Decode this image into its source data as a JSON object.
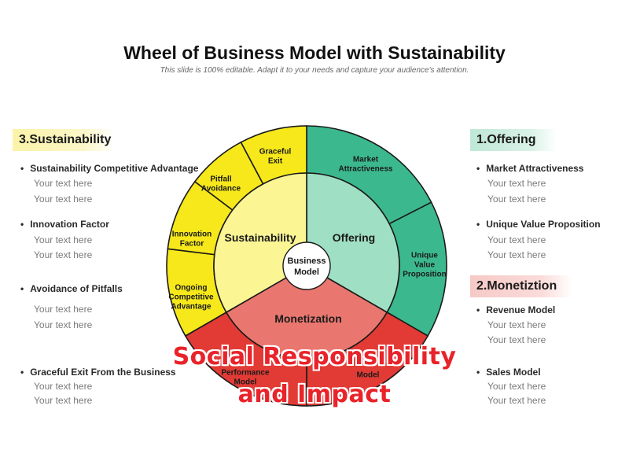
{
  "header": {
    "title": "Wheel of Business Model with Sustainability",
    "subtitle": "This slide is 100% editable. Adapt it to your needs and capture your audience's attention."
  },
  "left_panel": {
    "heading": "3.Sustainability",
    "items": [
      {
        "label": "Sustainability Competitive Advantage",
        "lines": [
          "Your text here",
          "Your text here"
        ]
      },
      {
        "label": "Innovation Factor",
        "lines": [
          "Your text here",
          "Your text here"
        ]
      },
      {
        "label": "Avoidance of Pitfalls",
        "lines": [
          "Your text here",
          "Your text here"
        ]
      },
      {
        "label": "Graceful Exit From the Business",
        "lines": [
          "Your text here",
          "Your text here"
        ]
      }
    ]
  },
  "right_panel": {
    "offering": {
      "heading": "1.Offering",
      "items": [
        {
          "label": "Market Attractiveness",
          "lines": [
            "Your text here",
            "Your text here"
          ]
        },
        {
          "label": "Unique Value Proposition",
          "lines": [
            "Your text here",
            "Your text here"
          ]
        }
      ]
    },
    "monetization": {
      "heading": "2.Monetiztion",
      "items": [
        {
          "label": "Revenue Model",
          "lines": [
            "Your text here",
            "Your text here"
          ]
        },
        {
          "label": "Sales Model",
          "lines": [
            "Your text here",
            "Your text here"
          ]
        }
      ]
    }
  },
  "wheel": {
    "center": [
      "Business",
      "Model"
    ],
    "inner": {
      "sustainability": "Sustainability",
      "offering": "Offering",
      "monetization": "Monetization"
    },
    "outer": {
      "graceful_exit": [
        "Graceful",
        "Exit"
      ],
      "pitfall_avoidance": [
        "Pitfall",
        "Avoidance"
      ],
      "innovation_factor": [
        "Innovation",
        "Factor"
      ],
      "ongoing_advantage": [
        "Ongoing",
        "Competitive",
        "Advantage"
      ],
      "market_attractiveness": [
        "Market",
        "Attractiveness"
      ],
      "unique_value": [
        "Unique",
        "Value",
        "Proposition"
      ],
      "performance_model": [
        "Performance",
        "Model"
      ],
      "sales_model": [
        "Model"
      ]
    },
    "colors": {
      "yellow_outer": "#f6e81a",
      "yellow_inner": "#fbf594",
      "green_outer": "#3cb88e",
      "green_inner": "#9fdfc3",
      "red_outer": "#e23b35",
      "red_inner": "#e9776f",
      "stroke": "#1a1a1a"
    }
  },
  "overlay": {
    "line1": "Social Responsibility",
    "line2": "and Impact"
  }
}
